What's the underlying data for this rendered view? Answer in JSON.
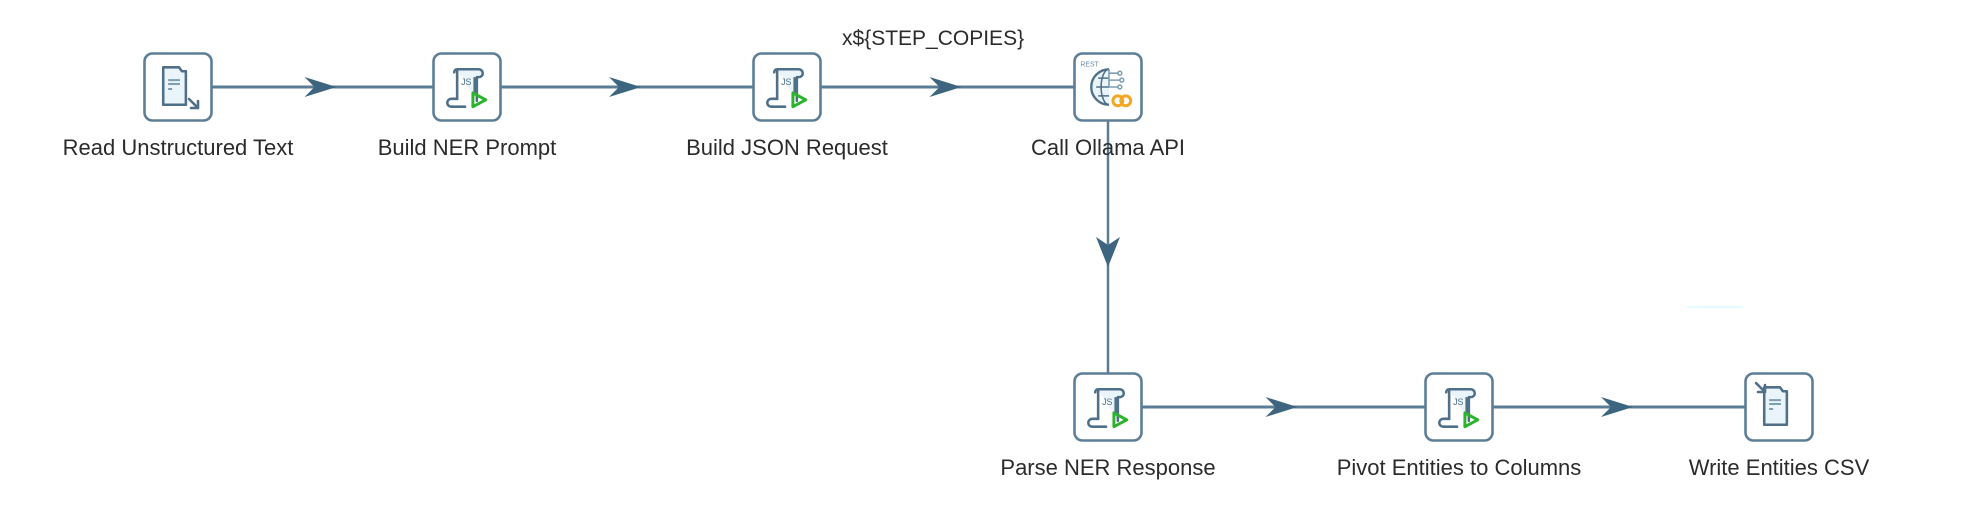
{
  "canvas": {
    "colors": {
      "hop": "#3e6580",
      "hop_line": "#5a7c95",
      "box_border": "#5d7e96",
      "box_fill": "#ffffff",
      "doc_fill": "#eaf4fb",
      "icon_stroke": "#4f7088",
      "run_green": "#2bb32b",
      "rest_orange": "#f5a623",
      "label_text": "#2b2b2b"
    }
  },
  "steps": [
    {
      "id": "read",
      "label": "Read Unstructured Text",
      "icon": "text-file-input-icon"
    },
    {
      "id": "ner_prompt",
      "label": "Build NER Prompt",
      "icon": "javascript-step-icon"
    },
    {
      "id": "json_request",
      "label": "Build JSON Request",
      "icon": "javascript-step-icon"
    },
    {
      "id": "ollama",
      "label": "Call Ollama API",
      "icon": "rest-client-icon",
      "copies_label": "x${STEP_COPIES}"
    },
    {
      "id": "parse",
      "label": "Parse NER Response",
      "icon": "javascript-step-icon"
    },
    {
      "id": "pivot",
      "label": "Pivot Entities to Columns",
      "icon": "javascript-step-icon"
    },
    {
      "id": "write",
      "label": "Write Entities CSV",
      "icon": "text-file-output-icon"
    }
  ],
  "hops": [
    {
      "from": "read",
      "to": "ner_prompt"
    },
    {
      "from": "ner_prompt",
      "to": "json_request"
    },
    {
      "from": "json_request",
      "to": "ollama"
    },
    {
      "from": "ollama",
      "to": "parse"
    },
    {
      "from": "parse",
      "to": "pivot"
    },
    {
      "from": "pivot",
      "to": "write"
    }
  ]
}
